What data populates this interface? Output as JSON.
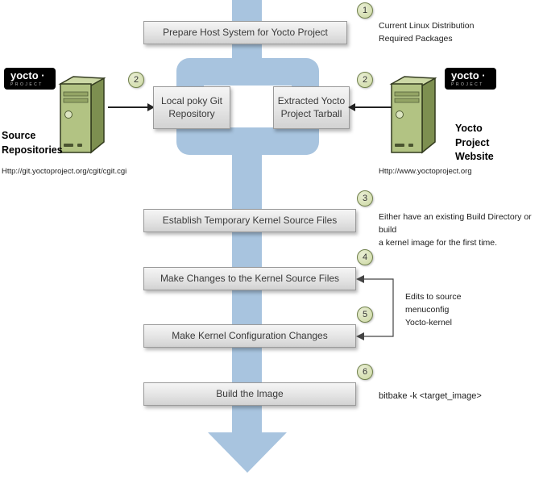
{
  "diagram": {
    "kind": "yocto-kernel-workflow-flowchart",
    "colors": {
      "flow_arrow": "#a8c4df",
      "process_box_border": "#9a9a9a",
      "process_box_fill": "#e4e4e4",
      "badge_fill": "#ccd8a2",
      "badge_border": "#70804c",
      "server_green": "#b2c383",
      "logo_bg": "#000000"
    }
  },
  "badges": {
    "step1": "1",
    "step2_left": "2",
    "step2_right": "2",
    "step3": "3",
    "step4": "4",
    "step5": "5",
    "step6": "6"
  },
  "boxes": {
    "prepare_host": "Prepare Host System for Yocto Project",
    "local_poky": "Local poky Git\nRepository",
    "extracted_tarball": "Extracted Yocto\nProject Tarball",
    "establish_kernel": "Establish Temporary Kernel Source Files",
    "make_changes": "Make Changes to the Kernel Source Files",
    "kernel_config": "Make Kernel Configuration Changes",
    "build_image": "Build the Image"
  },
  "annotations": {
    "step1": "Current Linux Distribution\nRequired Packages",
    "step3": "Either have an existing Build Directory or build\na kernel image for the first time.",
    "edits": "Edits to source\nmenuconfig\nYocto-kernel",
    "step6": "bitbake -k <target_image>"
  },
  "source_repositories": {
    "logo_text": "yocto ·",
    "logo_subtext": "PROJECT",
    "label": "Source\nRepositories",
    "url": "Http://git.yoctoproject.org/cgit/cgit.cgi"
  },
  "yocto_website": {
    "logo_text": "yocto ·",
    "logo_subtext": "PROJECT",
    "label": "Yocto\nProject\nWebsite",
    "url": "Http://www.yoctoproject.org"
  }
}
